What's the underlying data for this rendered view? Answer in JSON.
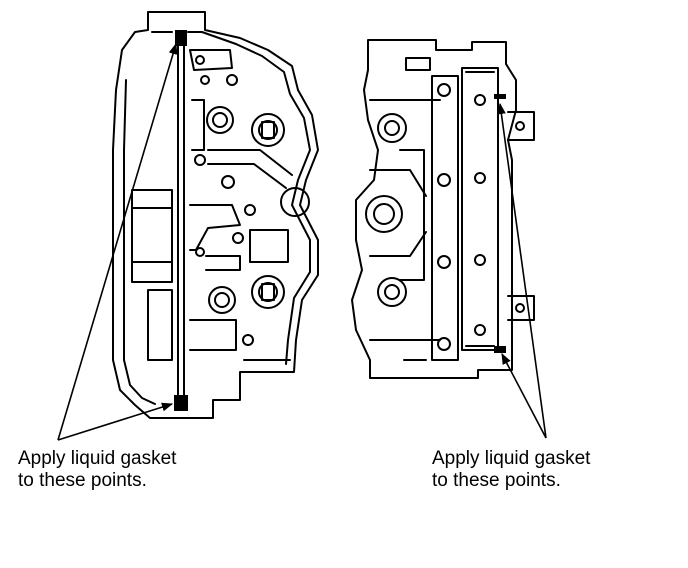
{
  "callouts": {
    "left": {
      "line1": "Apply liquid gasket",
      "line2": "to these points."
    },
    "right": {
      "line1": "Apply liquid gasket",
      "line2": "to these points."
    }
  },
  "colors": {
    "ink": "#000000",
    "paper": "#ffffff"
  }
}
